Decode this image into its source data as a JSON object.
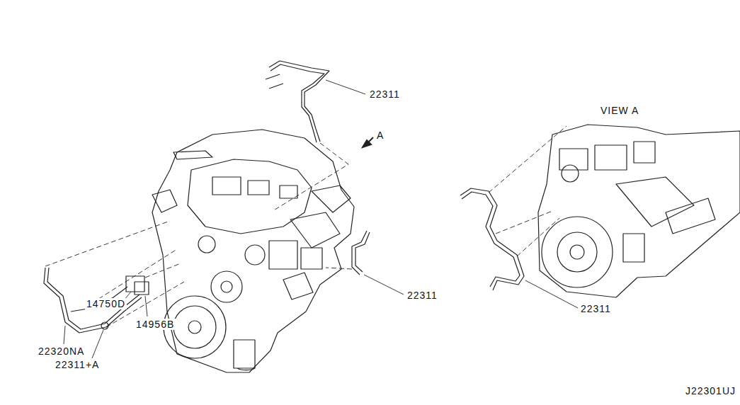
{
  "diagram": {
    "labels": [
      "22311",
      "VIEW A",
      "A",
      "22311",
      "14750D",
      "22311",
      "14956B",
      "22320NA",
      "22311+A",
      "J22301UJ"
    ]
  }
}
